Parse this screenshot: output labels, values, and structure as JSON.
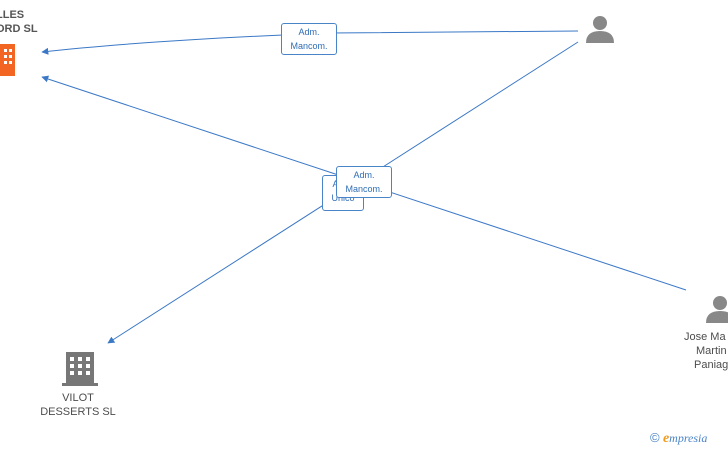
{
  "nodes": {
    "company_top": {
      "line1": "LLES",
      "line2": "ORD  SL",
      "color": "#f26522"
    },
    "company_bottom": {
      "line1": "VILOT",
      "line2": "DESSERTS  SL",
      "color": "#888888"
    },
    "person_top": {
      "color": "#888888"
    },
    "person_right": {
      "line1": "Jose Ma",
      "line2": "Martin",
      "line3": "Paniag",
      "color": "#888888"
    }
  },
  "edges": {
    "tag_top": {
      "line1": "Adm.",
      "line2": "Mancom."
    },
    "tag_middle_front": {
      "line1": "Adm.",
      "line2": "Mancom."
    },
    "tag_middle_back": {
      "line1": "Adm.",
      "line2": "Unico"
    },
    "color": "#3b78c6"
  },
  "brand": {
    "copyright": "©",
    "e": "e",
    "rest": "mpresia"
  }
}
